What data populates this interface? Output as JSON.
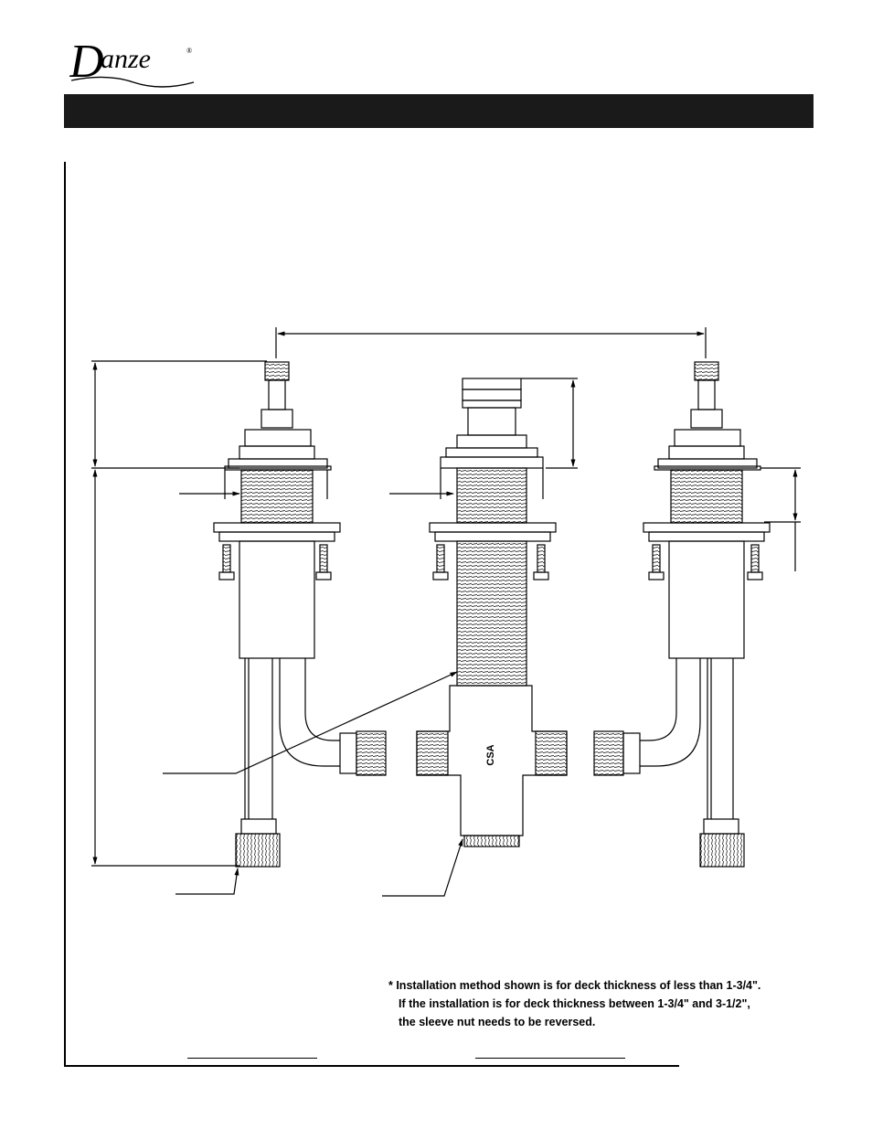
{
  "brand": {
    "name": "anze",
    "initial": "D",
    "mark": "®"
  },
  "header": {
    "title": ""
  },
  "drawing": {
    "body_marking": "CSA"
  },
  "note": {
    "line1": "* Installation method shown is for deck thickness of less than 1-3/4\".",
    "line2": "If the installation is for deck thickness between 1-3/4\" and 3-1/2\",",
    "line3": "the sleeve nut needs to be reversed."
  }
}
